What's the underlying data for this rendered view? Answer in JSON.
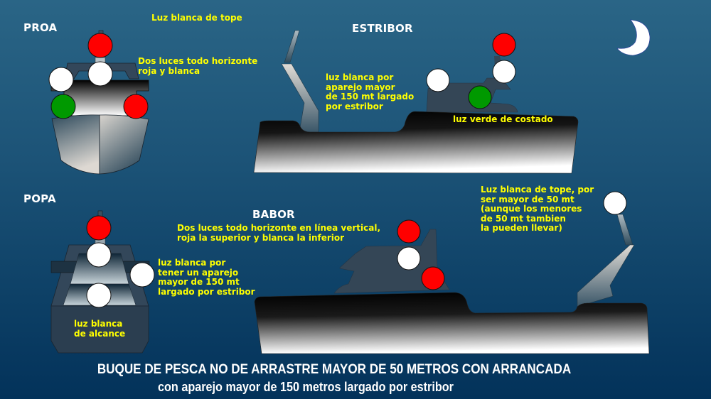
{
  "colors": {
    "background_top": "#2a6586",
    "background_bottom": "#03325a",
    "title_text": "#ffffff",
    "note_text": "#ffff00",
    "light_red": "#ff0000",
    "light_green": "#009900",
    "light_white": "#ffffff",
    "superstructure": "#344656"
  },
  "views": {
    "proa": {
      "title": "PROA",
      "lights": [
        "red",
        "white",
        "white",
        "green",
        "red"
      ]
    },
    "estribor": {
      "title": "ESTRIBOR",
      "lights": [
        "red",
        "white",
        "white",
        "green"
      ]
    },
    "popa": {
      "title": "POPA",
      "lights": [
        "red",
        "white",
        "white",
        "white"
      ]
    },
    "babor": {
      "title": "BABOR",
      "lights": [
        "red",
        "white",
        "red",
        "white"
      ]
    }
  },
  "notes": {
    "luz_tope": "Luz blanca de tope",
    "dos_luces_proa": "Dos luces todo horizonte\nroja y blanca",
    "aparejo_estribor": "luz blanca por\naparejo mayor\nde 150 mt largado\npor estribor",
    "verde_costado": "luz verde de costado",
    "aparejo_popa": "luz blanca por\ntener un aparejo\nmayor de 150 mt\nlargado por estribor",
    "alcance": "luz blanca\nde alcance",
    "dos_luces_babor": "Dos luces todo horizonte en línea vertical,\nroja la superior y blanca la inferior",
    "tope_babor": "Luz blanca de tope, por\nser mayor de 50 mt\n(aunque los menores\nde 50 mt tambien\nla pueden llevar)"
  },
  "footer": {
    "line1": "BUQUE DE PESCA NO DE ARRASTRE MAYOR DE 50 METROS CON ARRANCADA",
    "line2": "con aparejo mayor de 150 metros largado por estribor"
  }
}
